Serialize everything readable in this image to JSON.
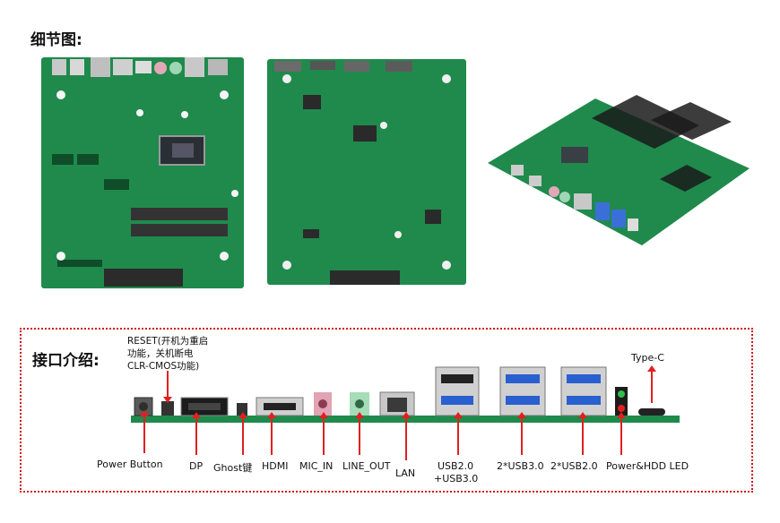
{
  "detail": {
    "title": "细节图:"
  },
  "interfaces": {
    "title": "接口介绍:",
    "reset_note": [
      "RESET(开机为重启",
      "功能，关机断电",
      "CLR-CMOS功能)"
    ],
    "labels": {
      "power_button": "Power Button",
      "dp": "DP",
      "ghost": "Ghost键",
      "hdmi": "HDMI",
      "mic_in": "MIC_IN",
      "line_out": "LINE_OUT",
      "lan": "LAN",
      "usb_combo_line1": "USB2.0",
      "usb_combo_line2": "+USB3.0",
      "usb30": "2*USB3.0",
      "usb20": "2*USB2.0",
      "power_hdd_led": "Power&HDD LED",
      "typec": "Type-C"
    }
  },
  "colors": {
    "pcb_green": "#1f8a4c",
    "pcb_dark": "#156b39",
    "accent_red": "#e02020",
    "usb_blue": "#2a5fcf"
  }
}
